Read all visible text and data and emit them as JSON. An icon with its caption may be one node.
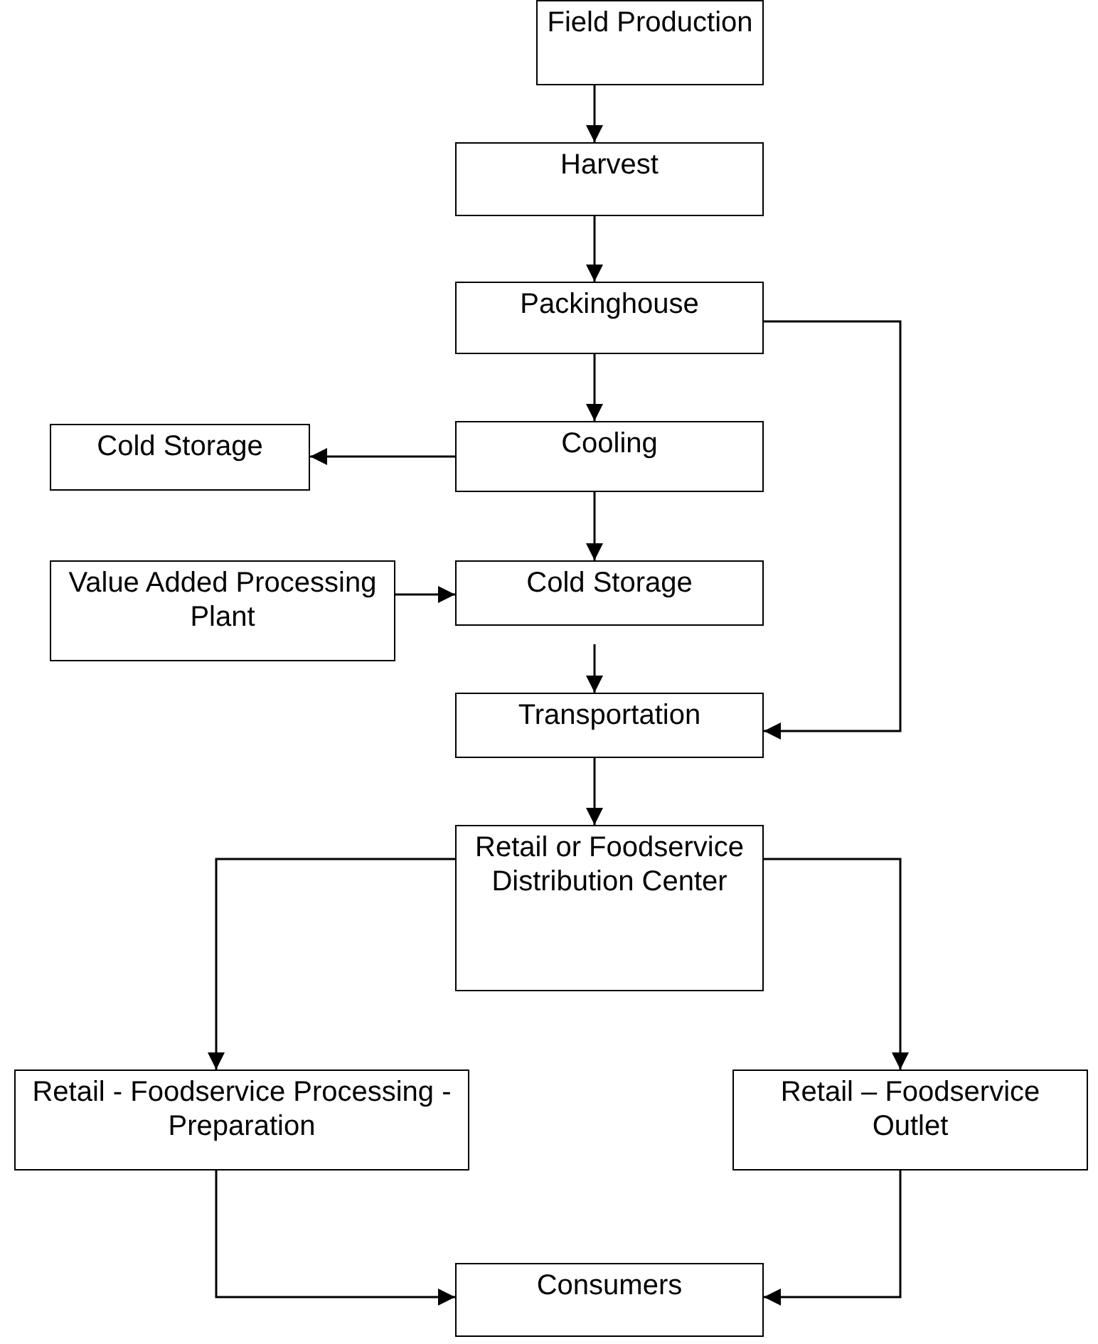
{
  "diagram": {
    "nodes": [
      {
        "text": [
          "Field Production"
        ]
      },
      {
        "text": [
          "Harvest"
        ]
      },
      {
        "text": [
          "Packinghouse"
        ]
      },
      {
        "text": [
          "Cooling"
        ]
      },
      {
        "text": [
          "Cold Storage"
        ]
      },
      {
        "text": [
          "Value Added Processing Plant"
        ]
      },
      {
        "text": [
          "Cold Storage"
        ]
      },
      {
        "text": [
          "Transportation"
        ]
      },
      {
        "text": [
          "Retail or Foodservice Distribution Center"
        ]
      },
      {
        "text": [
          "Retail - Foodservice Processing - Preparation"
        ]
      },
      {
        "text": [
          "Retail – Foodservice Outlet"
        ]
      },
      {
        "text": [
          "Consumers"
        ]
      }
    ],
    "edges": [
      {
        "from": 0,
        "to": 1,
        "arrow": "to"
      },
      {
        "from": 1,
        "to": 2,
        "arrow": "to"
      },
      {
        "from": 2,
        "to": 3,
        "arrow": "to"
      },
      {
        "from": 3,
        "to": 4,
        "arrow": "to"
      },
      {
        "from": 3,
        "to": 6,
        "arrow": "to"
      },
      {
        "from": 5,
        "to": 6,
        "arrow": "to"
      },
      {
        "from": 6,
        "to": 7,
        "arrow": "to"
      },
      {
        "from": 2,
        "to": 7,
        "arrow": "to"
      },
      {
        "from": 7,
        "to": 8,
        "arrow": "to"
      },
      {
        "from": 8,
        "to": 9,
        "arrow": "to"
      },
      {
        "from": 8,
        "to": 10,
        "arrow": "to"
      },
      {
        "from": 9,
        "to": 11,
        "arrow": "to"
      },
      {
        "from": 10,
        "to": 11,
        "arrow": "to"
      }
    ]
  }
}
